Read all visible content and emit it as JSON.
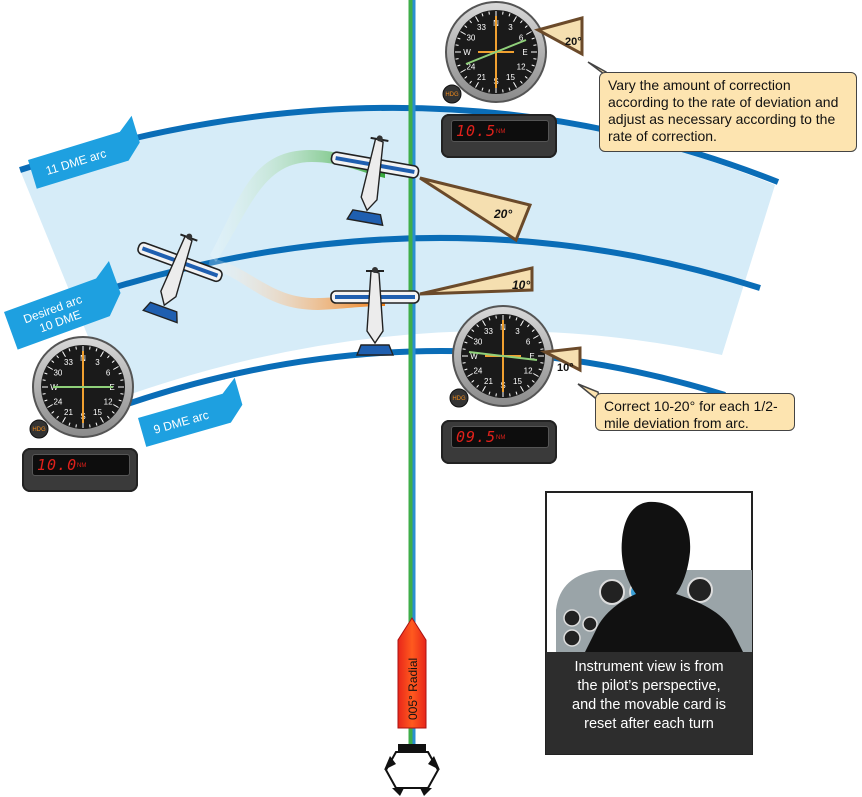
{
  "arcs": {
    "outer_label": "11 DME arc",
    "desired_label_line1": "Desired arc",
    "desired_label_line2": "10 DME",
    "inner_label": "9 DME arc"
  },
  "radial": {
    "label": "005° Radial"
  },
  "angles": {
    "top_instrument": "20°",
    "upper_wedge": "20°",
    "lower_wedge": "10°",
    "right_instrument": "10°"
  },
  "callouts": {
    "upper": "Vary the amount of correction according to the rate of deviation and adjust as necessary according to the rate of correction.",
    "lower": "Correct 10-20° for each 1/2-mile deviation from arc."
  },
  "instruments": {
    "hdg_label": "HDG",
    "dme_unit": "NM",
    "dme_top": "10.5",
    "dme_right": "09.5",
    "dme_left": "10.0",
    "card_numbers": [
      "3",
      "6",
      "E",
      "12",
      "15",
      "S",
      "21",
      "24",
      "W",
      "30",
      "33",
      "N"
    ]
  },
  "caption": {
    "line1": "Instrument view is from",
    "line2": "the pilot’s perspective,",
    "line3": "and the movable card is",
    "line4": "reset after each turn"
  },
  "colors": {
    "arc_band": "#d6ecf8",
    "arc_line": "#0a6db7",
    "radial_green": "#3fae49",
    "radial_blue": "#2a8fd0",
    "green_path": "#3faf3f",
    "orange_path": "#f08a1c",
    "wedge": "#7a5a3a"
  }
}
